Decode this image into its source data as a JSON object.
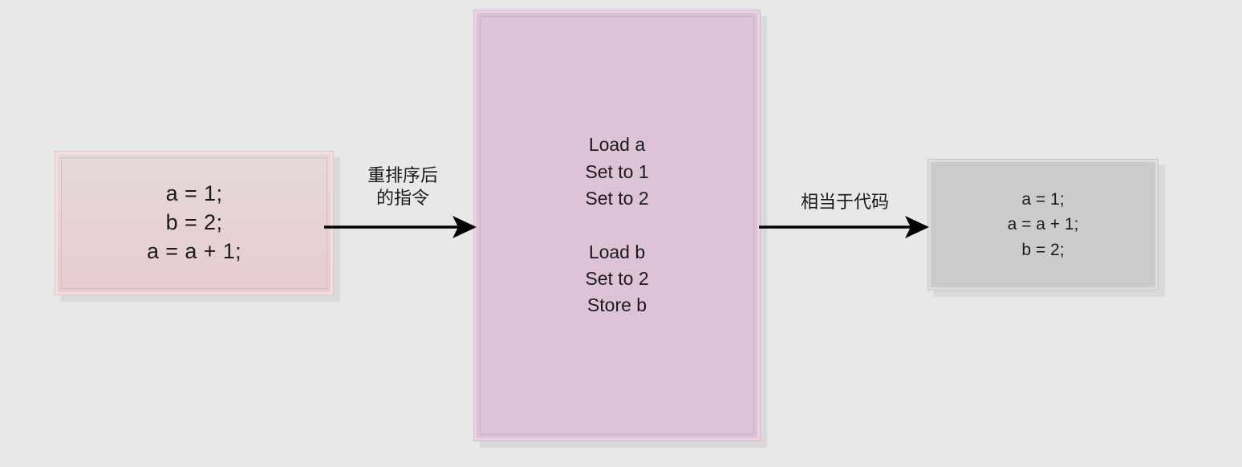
{
  "page": {
    "background_color": "#e8e8e8",
    "title": "Instruction reordering diagram"
  },
  "nodes": [
    {
      "id": "source",
      "name": "source-code-box",
      "text": "a = 1;\nb = 2;\na = a + 1;",
      "fill_color": "#e6d0d3",
      "border_color": "#f2dfe1"
    },
    {
      "id": "instructions",
      "name": "reordered-instructions-box",
      "text": "Load a\nSet to 1\nSet to 2\n\nLoad b\nSet to 2\nStore b",
      "fill_color": "#ddc3d7",
      "border_color": "#e9d3e4"
    },
    {
      "id": "equivalent",
      "name": "equivalent-code-box",
      "text": "a = 1;\na = a + 1;\nb = 2;",
      "fill_color": "#cccccc",
      "border_color": "#dcdcdc"
    }
  ],
  "arrows": [
    {
      "id": "arrow1",
      "label": "重排序后\n的指令",
      "from": "source",
      "to": "instructions",
      "color": "#000000"
    },
    {
      "id": "arrow2",
      "label": "相当于代码",
      "from": "instructions",
      "to": "equivalent",
      "color": "#000000"
    }
  ]
}
